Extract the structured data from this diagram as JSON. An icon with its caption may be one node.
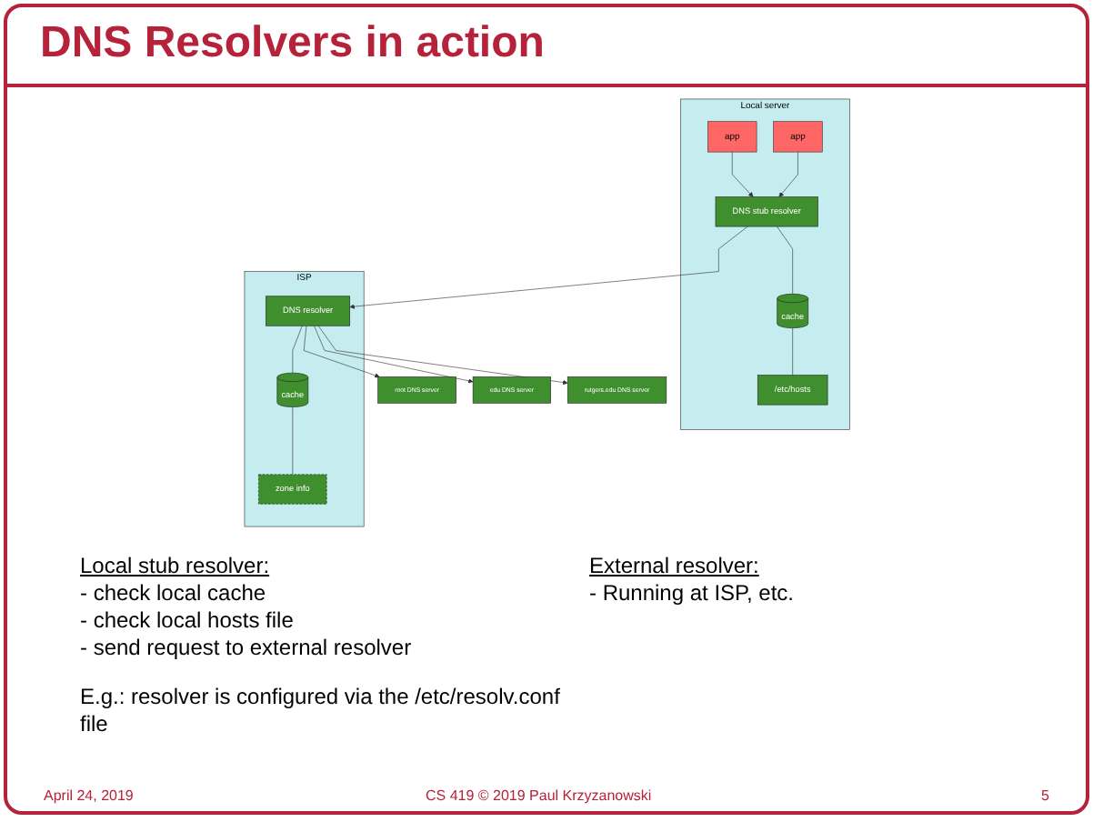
{
  "diagram": {
    "title": "DNS Resolvers in action",
    "nodes": [
      {
        "text": [
          "Local server"
        ]
      },
      {
        "text": [
          "app"
        ],
        "in": 0
      },
      {
        "text": [
          "app"
        ],
        "in": 0
      },
      {
        "text": [
          "DNS stub resolver"
        ],
        "in": 0
      },
      {
        "text": [
          "cache"
        ],
        "in": 0
      },
      {
        "text": [
          "/etc/hosts"
        ],
        "in": 0
      },
      {
        "text": [
          "ISP"
        ]
      },
      {
        "text": [
          "DNS resolver"
        ],
        "in": 6
      },
      {
        "text": [
          "cache"
        ],
        "in": 6
      },
      {
        "text": [
          "zone info"
        ],
        "in": 6
      },
      {
        "text": [
          "root DNS server"
        ]
      },
      {
        "text": [
          "edu DNS server"
        ]
      },
      {
        "text": [
          "rutgers.edu DNS server"
        ]
      }
    ],
    "edges": [
      {
        "from": 1,
        "to": 3,
        "arrow": "to"
      },
      {
        "from": 2,
        "to": 3,
        "arrow": "to"
      },
      {
        "from": 3,
        "to": 4,
        "arrow": "none"
      },
      {
        "from": 4,
        "to": 5,
        "arrow": "none"
      },
      {
        "from": 3,
        "to": 7,
        "arrow": "to"
      },
      {
        "from": 7,
        "to": 8,
        "arrow": "none"
      },
      {
        "from": 8,
        "to": 9,
        "arrow": "none"
      },
      {
        "from": 7,
        "to": 10,
        "arrow": "to"
      },
      {
        "from": 7,
        "to": 11,
        "arrow": "to"
      },
      {
        "from": 7,
        "to": 12,
        "arrow": "to"
      }
    ],
    "labels": [
      "Local stub resolver:",
      "- check local cache",
      "- check local hosts file",
      "- send request to external resolver",
      "E.g.: resolver is configured via the /etc/resolv.conf file",
      "External resolver:",
      "- Running at ISP, etc.",
      "April 24, 2019",
      "CS 419 © 2019 Paul Krzyzanowski",
      "5"
    ]
  }
}
